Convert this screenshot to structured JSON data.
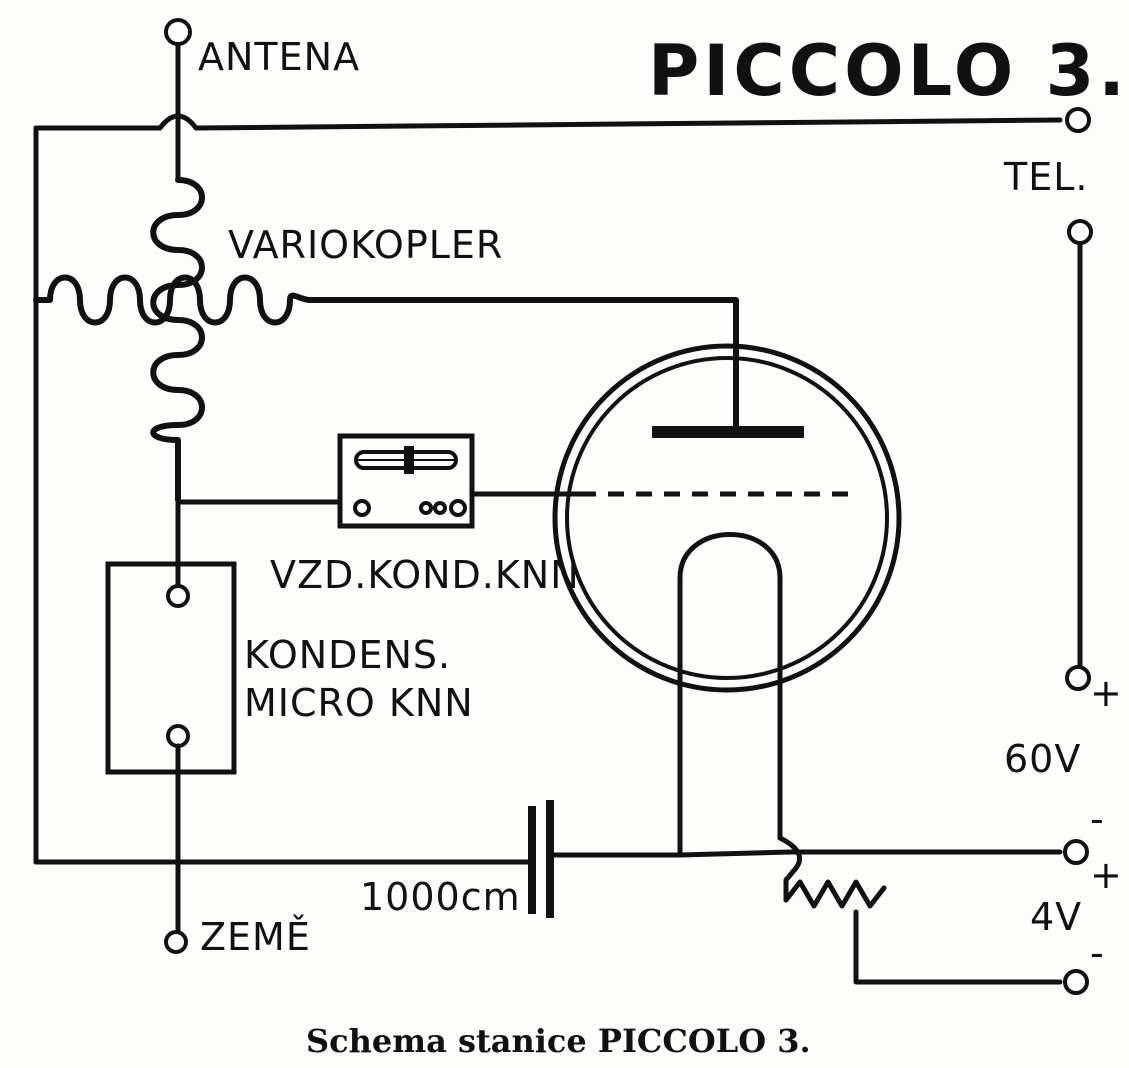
{
  "title": "PICCOLO 3.",
  "caption": "Schema stanice PICCOLO 3.",
  "labels": {
    "antenna": "ANTENA",
    "telephone": "TEL.",
    "variocoupler": "VARIOKOPLER",
    "grid_condenser": "VZD.KOND.KNN",
    "variable_condenser_line1": "KONDENS.",
    "variable_condenser_line2": "MICRO KNN",
    "high_voltage": "60V",
    "filament_voltage": "4V",
    "ground": "ZEMĚ",
    "fixed_condenser": "1000cm",
    "plus_60v": "+",
    "minus_4v": "-",
    "plus_4v": "+",
    "minus_bottom": "-"
  },
  "colors": {
    "ink": "#111111",
    "paper": "#fdfdfb"
  }
}
